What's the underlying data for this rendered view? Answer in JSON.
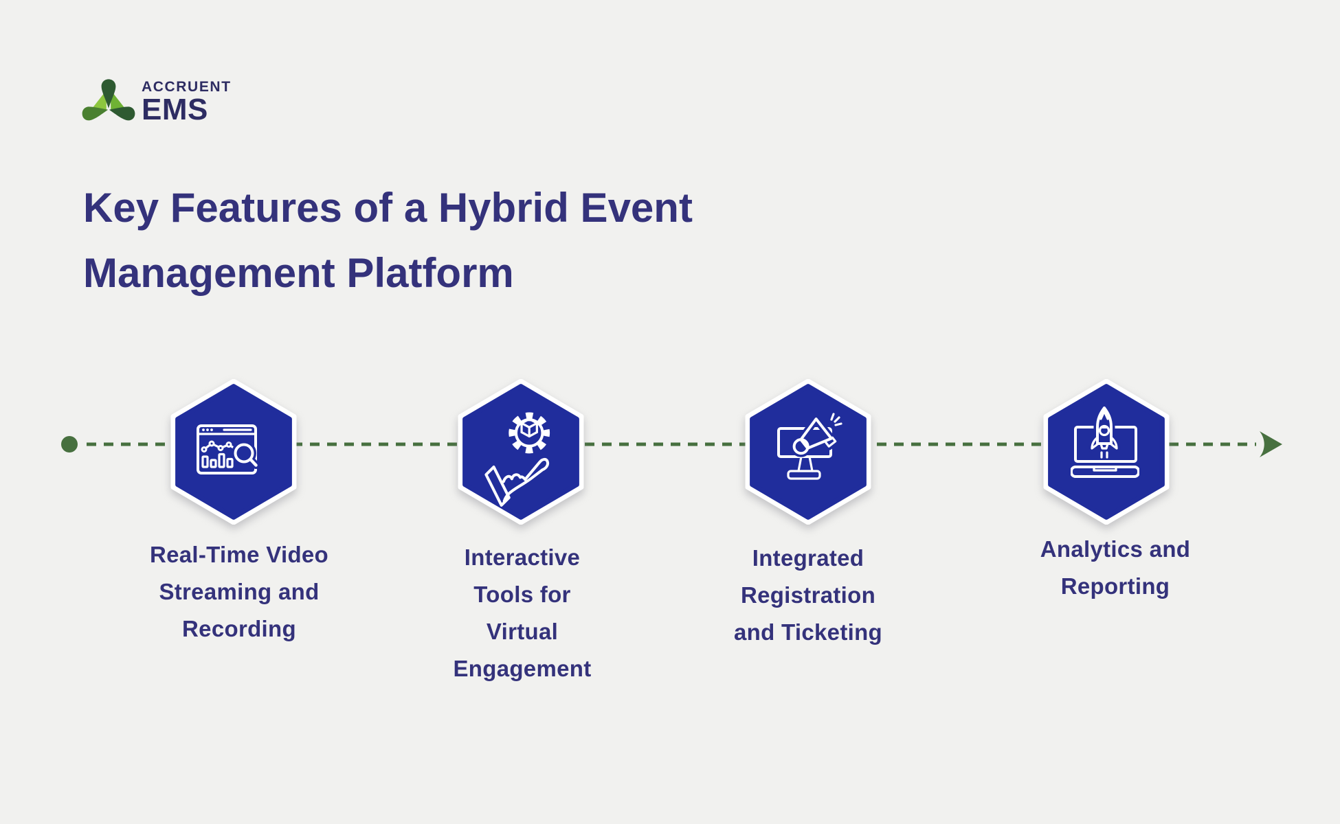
{
  "page": {
    "type": "infographic",
    "background_color": "#f1f1ef"
  },
  "logo": {
    "brand": "ACCRUENT",
    "product": "EMS",
    "text_color": "#2d2c62",
    "mark_colors": {
      "dark_green": "#2e5a31",
      "medium_green": "#4a8030",
      "light_green_left": "#8dc63f",
      "light_green_right": "#6fb234"
    }
  },
  "title": {
    "lines": [
      "Key Features of a Hybrid Event",
      "Management Platform"
    ],
    "text": "Key Features of a Hybrid Event Management Platform",
    "color": "#34327b"
  },
  "timeline": {
    "style": "dashed",
    "color": "#47703f",
    "direction": "left-to-right",
    "start_marker": "dot",
    "end_marker": "arrow-right"
  },
  "features": [
    {
      "icon": "browser-analytics-icon",
      "label": "Real-Time Video Streaming and Recording",
      "label_lines": [
        "Real-Time Video",
        "Streaming and",
        "Recording"
      ]
    },
    {
      "icon": "hand-gear-icon",
      "label": "Interactive Tools for Virtual Engagement",
      "label_lines": [
        "Interactive",
        "Tools for",
        "Virtual",
        "Engagement"
      ]
    },
    {
      "icon": "monitor-megaphone-icon",
      "label": "Integrated Registration and Ticketing",
      "label_lines": [
        "Integrated",
        "Registration",
        "and Ticketing"
      ]
    },
    {
      "icon": "laptop-rocket-icon",
      "label": "Analytics and Reporting",
      "label_lines": [
        "Analytics and",
        "Reporting"
      ]
    }
  ],
  "colors": {
    "hexagon_fill": "#202d9c",
    "hexagon_border": "#ffffff",
    "icon_stroke": "#ffffff",
    "text_navy": "#34327b",
    "timeline_green": "#47703f"
  }
}
